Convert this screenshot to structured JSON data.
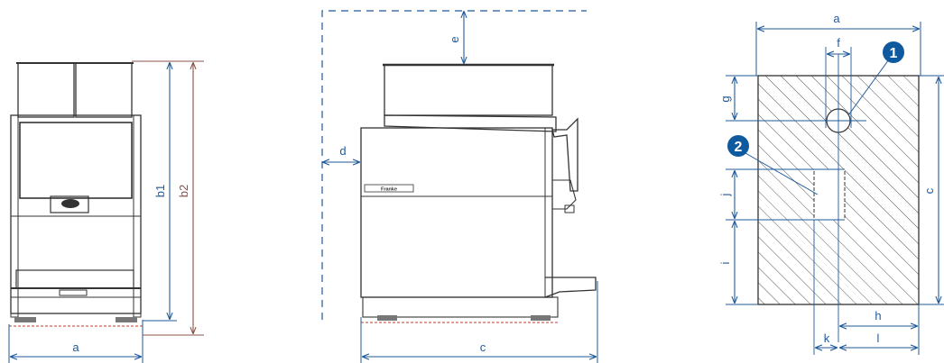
{
  "colors": {
    "dimension": "#1f5a9a",
    "dimension_alt": "#8a5048",
    "outline": "#333333",
    "marker_fill": "#0f5a9e",
    "marker_text": "#ffffff",
    "hatch": "#555555",
    "base_dashed": "#c0392b"
  },
  "front_view": {
    "labels": {
      "a": "a",
      "b1": "b1",
      "b2": "b2"
    }
  },
  "side_view": {
    "labels": {
      "c": "c",
      "d": "d",
      "e": "e"
    },
    "brand_plate": "Franke"
  },
  "top_view": {
    "labels": {
      "a": "a",
      "c": "c",
      "f": "f",
      "g": "g",
      "h": "h",
      "i": "i",
      "j": "j",
      "k": "k",
      "l": "l"
    },
    "markers": [
      "1",
      "2"
    ]
  }
}
